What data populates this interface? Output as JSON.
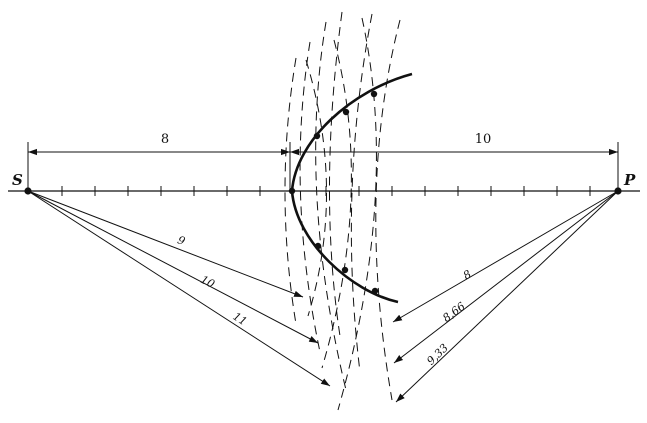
{
  "points": {
    "left": "S",
    "right": "P"
  },
  "dimensions": {
    "left_distance": "8",
    "right_distance": "10"
  },
  "rays_from_s": [
    "9",
    "10",
    "11"
  ],
  "rays_from_p": [
    "8",
    "8,66",
    "9,33"
  ],
  "colors": {
    "ink": "#111111",
    "background": "#ffffff"
  }
}
